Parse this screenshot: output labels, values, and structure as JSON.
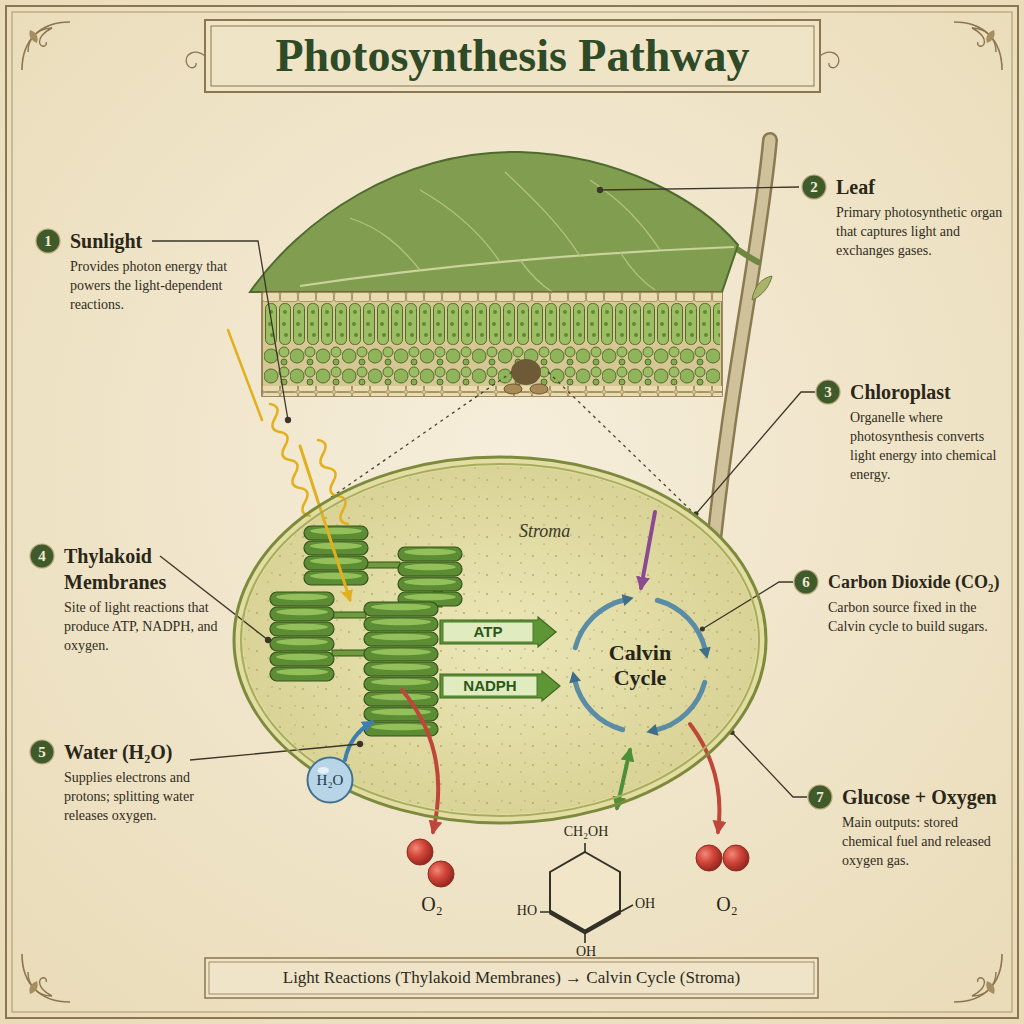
{
  "diagram": {
    "title": "Photosynthesis Pathway",
    "caption": "Light Reactions (Thylakoid Membranes) → Calvin Cycle (Stroma)",
    "nodes": [
      {
        "text": [
          "1",
          "Sunlight",
          "Provides photon energy that powers the light-dependent reactions."
        ]
      },
      {
        "text": [
          "2",
          "Leaf",
          "Primary photosynthetic organ that captures light and exchanges gases."
        ]
      },
      {
        "text": [
          "3",
          "Chloroplast",
          "Organelle where photosynthesis converts light energy into chemical energy."
        ]
      },
      {
        "text": [
          "Stroma"
        ]
      },
      {
        "text": [
          "ATP"
        ],
        "in": 3
      },
      {
        "text": [
          "NADPH"
        ],
        "in": 3
      },
      {
        "text": [
          "Calvin Cycle"
        ],
        "in": 3
      },
      {
        "text": [
          "4",
          "Thylakoid Membranes",
          "Site of light reactions that produce ATP, NADPH, and oxygen."
        ]
      },
      {
        "text": [
          "6",
          "Carbon Dioxide (CO₂)",
          "Carbon source fixed in the Calvin cycle to build sugars."
        ]
      },
      {
        "text": [
          "5",
          "Water (H₂O)",
          "Supplies electrons and protons; splitting water releases oxygen."
        ]
      },
      {
        "text": [
          "H₂O"
        ]
      },
      {
        "text": [
          "7",
          "Glucose + Oxygen",
          "Main outputs: stored chemical fuel and released oxygen gas."
        ]
      }
    ],
    "edges": [
      {
        "from": 2,
        "to": 3,
        "arrow": "none"
      },
      {
        "from": 8,
        "to": 6,
        "arrow": "none"
      },
      {
        "from": 11,
        "to": 3,
        "arrow": "none"
      }
    ],
    "labels": [
      "O₂",
      "O₂",
      "CH₂OH",
      "HO",
      "OH",
      "OH"
    ]
  }
}
